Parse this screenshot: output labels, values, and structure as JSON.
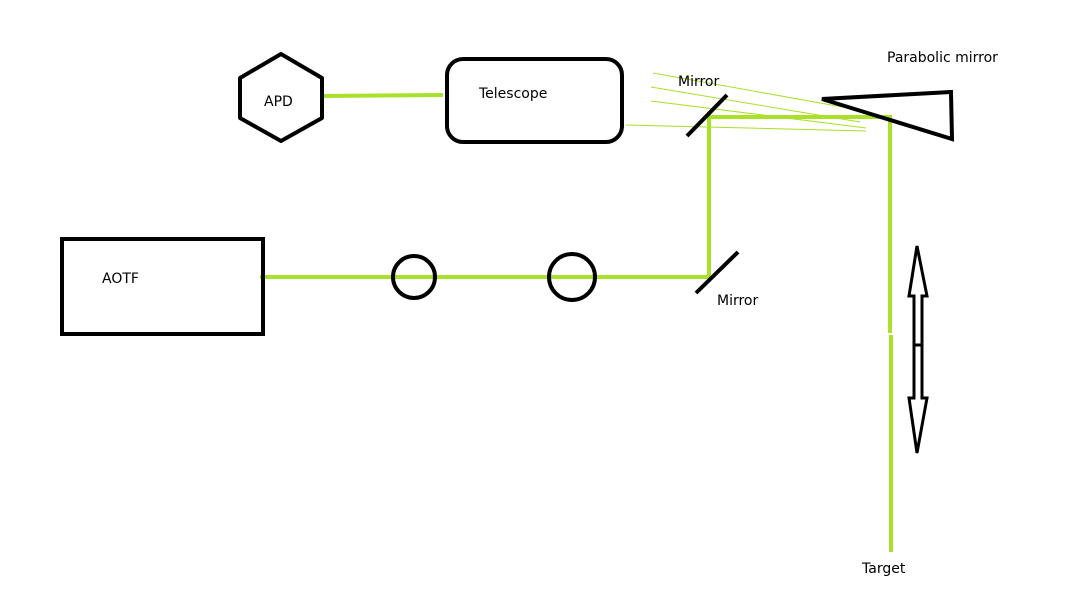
{
  "labels": {
    "apd": "APD",
    "telescope": "Telescope",
    "mirror_top": "Mirror",
    "parabolic_mirror": "Parabolic mirror",
    "aotf": "AOTF",
    "mirror_bottom": "Mirror",
    "target": "Target"
  },
  "colors": {
    "beam": "#a8e02a",
    "outline": "#000000",
    "background": "#ffffff"
  },
  "icons": {
    "translation_arrow": "double-headed-arrow-icon",
    "lens": "lens-icon"
  }
}
